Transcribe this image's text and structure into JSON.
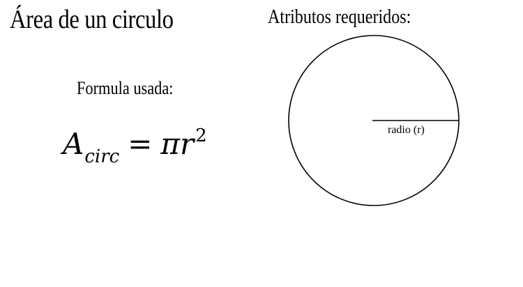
{
  "title": "Área de un circulo",
  "formula": {
    "label": "Formula usada:",
    "lhs": "A",
    "lhs_subscript": "circ",
    "equals": "=",
    "rhs": "πr",
    "rhs_exponent": "2"
  },
  "diagram": {
    "heading": "Atributos requeridos:",
    "radius_label": "radio (r)"
  }
}
